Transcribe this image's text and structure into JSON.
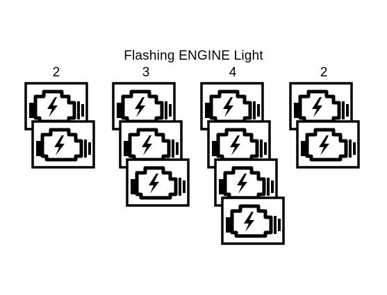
{
  "title": "Flashing ENGINE Light",
  "groups": [
    {
      "count_label": "2",
      "flashes": 2
    },
    {
      "count_label": "3",
      "flashes": 3
    },
    {
      "count_label": "4",
      "flashes": 4
    },
    {
      "count_label": "2",
      "flashes": 2
    }
  ],
  "icon": "check-engine-icon",
  "colors": {
    "ink": "#000000",
    "background": "#ffffff"
  }
}
